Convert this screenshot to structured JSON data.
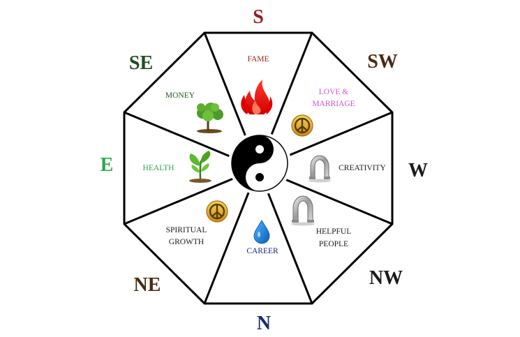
{
  "directions": {
    "s": {
      "label": "S",
      "color": "#9b1c1c"
    },
    "sw": {
      "label": "SW",
      "color": "#4a2a12"
    },
    "w": {
      "label": "W",
      "color": "#1a1a1a"
    },
    "nw": {
      "label": "NW",
      "color": "#1a1a1a"
    },
    "n": {
      "label": "N",
      "color": "#1a2a6e"
    },
    "ne": {
      "label": "NE",
      "color": "#4a2a12"
    },
    "e": {
      "label": "E",
      "color": "#2ea84a"
    },
    "se": {
      "label": "SE",
      "color": "#1f4d1f"
    }
  },
  "areas": {
    "fame": {
      "line1": "FAME",
      "color": "#9b1c1c",
      "icon": "fire-icon"
    },
    "love": {
      "line1": "LOVE &",
      "line2": "MARRIAGE",
      "color": "#d24fd6",
      "icon": "peace-sign-icon"
    },
    "creativity": {
      "line1": "CREATIVITY",
      "color": "#1a1a1a",
      "icon": "horseshoe-icon"
    },
    "helpful": {
      "line1": "HELPFUL",
      "line2": "PEOPLE",
      "color": "#1a1a1a",
      "icon": "horseshoe-icon"
    },
    "career": {
      "line1": "CAREER",
      "color": "#1a2a6e",
      "icon": "water-drop-icon"
    },
    "spiritual": {
      "line1": "SPIRITUAL",
      "line2": "GROWTH",
      "color": "#1a1a1a",
      "icon": "peace-sign-icon"
    },
    "health": {
      "line1": "HEALTH",
      "color": "#2ea84a",
      "icon": "sprout-icon"
    },
    "money": {
      "line1": "MONEY",
      "color": "#1f5a1f",
      "icon": "tree-icon"
    }
  },
  "center": {
    "icon": "yin-yang-icon"
  }
}
